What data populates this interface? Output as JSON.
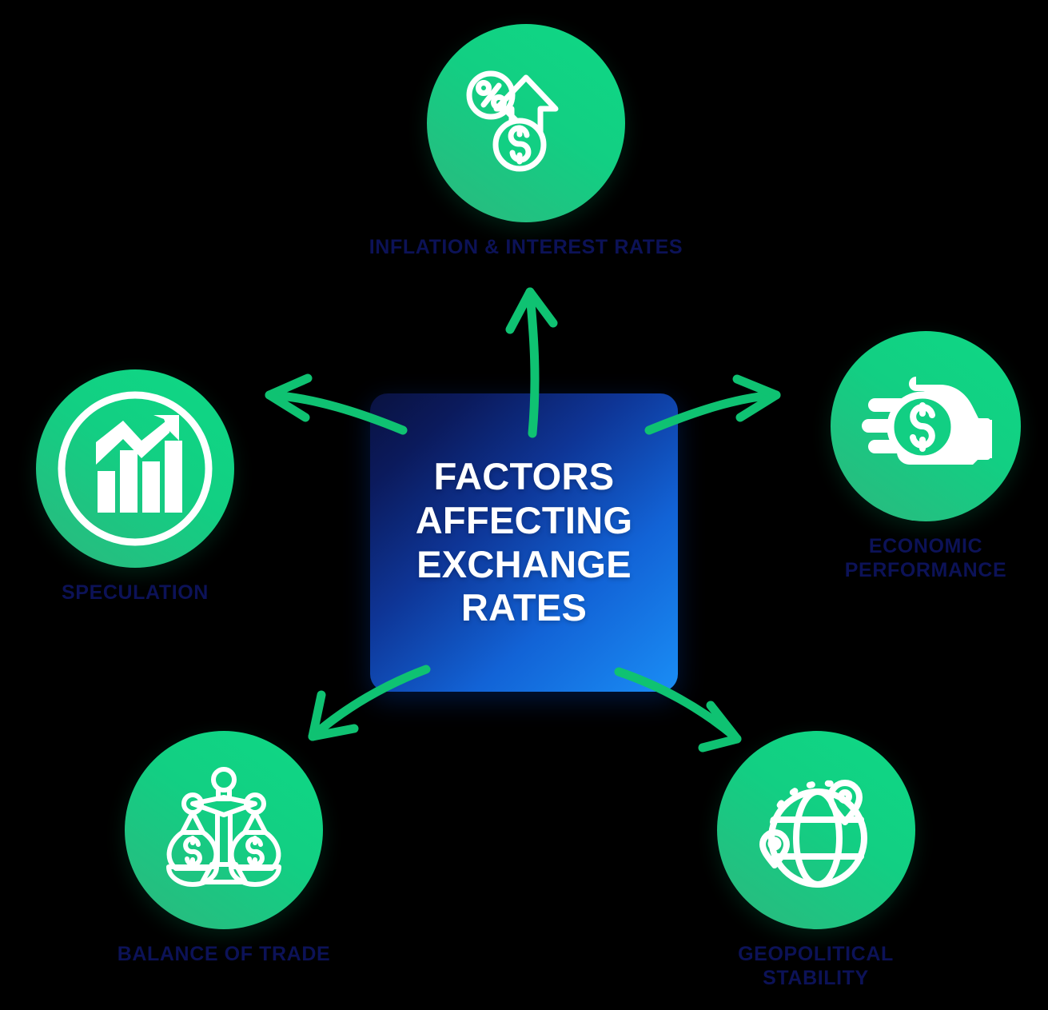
{
  "diagram": {
    "title": "FACTORS\nAFFECTING\nEXCHANGE\nRATES",
    "center_label_plain": "FACTORS AFFECTING EXCHANGE RATES",
    "colors": {
      "background": "#000000",
      "node_green": "#12cf83",
      "node_green_dark": "#2cb87f",
      "arrow_green": "#0fc272",
      "label_navy": "#0c1257",
      "center_gradient_start": "#0a1240",
      "center_gradient_end": "#1a8df5",
      "icon_white": "#ffffff"
    },
    "nodes": [
      {
        "id": "inflation",
        "label": "INFLATION & INTEREST RATES",
        "icon": "percent-magnifier-dollar-up-arrow-icon",
        "position": "top"
      },
      {
        "id": "speculation",
        "label": "SPECULATION",
        "icon": "bar-chart-trending-up-icon",
        "position": "left"
      },
      {
        "id": "economic-performance",
        "label": "ECONOMIC\nPERFORMANCE",
        "icon": "hand-holding-dollar-coin-icon",
        "position": "right"
      },
      {
        "id": "balance-of-trade",
        "label": "BALANCE OF TRADE",
        "icon": "balance-scale-money-bags-icon",
        "position": "bottom-left"
      },
      {
        "id": "geopolitical-stability",
        "label": "GEOPOLITICAL\nSTABILITY",
        "icon": "globe-location-pins-icon",
        "position": "bottom-right"
      }
    ],
    "arrows": [
      {
        "id": "arrow-to-inflation",
        "from": "center",
        "to": "inflation",
        "direction": "up"
      },
      {
        "id": "arrow-to-speculation",
        "from": "center",
        "to": "speculation",
        "direction": "left"
      },
      {
        "id": "arrow-to-economic",
        "from": "center",
        "to": "economic-performance",
        "direction": "right"
      },
      {
        "id": "arrow-to-balance",
        "from": "center",
        "to": "balance-of-trade",
        "direction": "down-left"
      },
      {
        "id": "arrow-to-geopolitical",
        "from": "center",
        "to": "geopolitical-stability",
        "direction": "down-right"
      }
    ]
  }
}
